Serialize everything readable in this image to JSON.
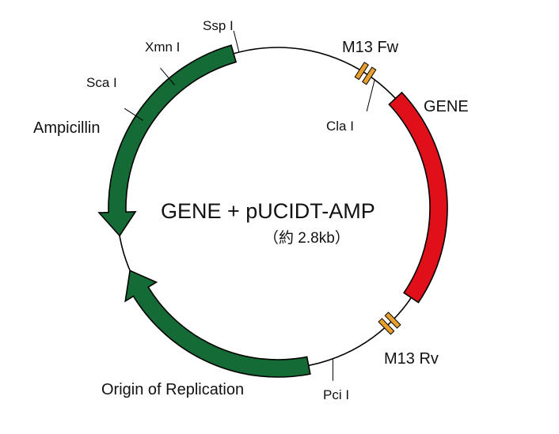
{
  "title": "GENE + pUCIDT-AMP",
  "subtitle": "（約 2.8kb）",
  "colors": {
    "backbone": "#000000",
    "ampicillin": "#156b35",
    "origin": "#156b35",
    "gene": "#e0101a",
    "primer": "#e8a02c"
  },
  "features": [
    {
      "name": "Ampicillin",
      "type": "arrow",
      "start_deg": -16,
      "end_deg": -100,
      "color_key": "ampicillin"
    },
    {
      "name": "Origin of Replication",
      "type": "arrow",
      "start_deg": 169,
      "end_deg": 247,
      "color_key": "origin"
    },
    {
      "name": "GENE",
      "type": "block",
      "start_deg": 47,
      "end_deg": 124,
      "color_key": "gene"
    }
  ],
  "primers": [
    {
      "name": "M13 Fw",
      "deg": 33
    },
    {
      "name": "M13 Rv",
      "deg": 136
    }
  ],
  "sites": [
    {
      "name": "Ssp I",
      "deg": -14
    },
    {
      "name": "Xmn I",
      "deg": -40
    },
    {
      "name": "Sca I",
      "deg": -57
    },
    {
      "name": "Cla I",
      "deg": 37
    },
    {
      "name": "Pci I",
      "deg": 160
    }
  ]
}
